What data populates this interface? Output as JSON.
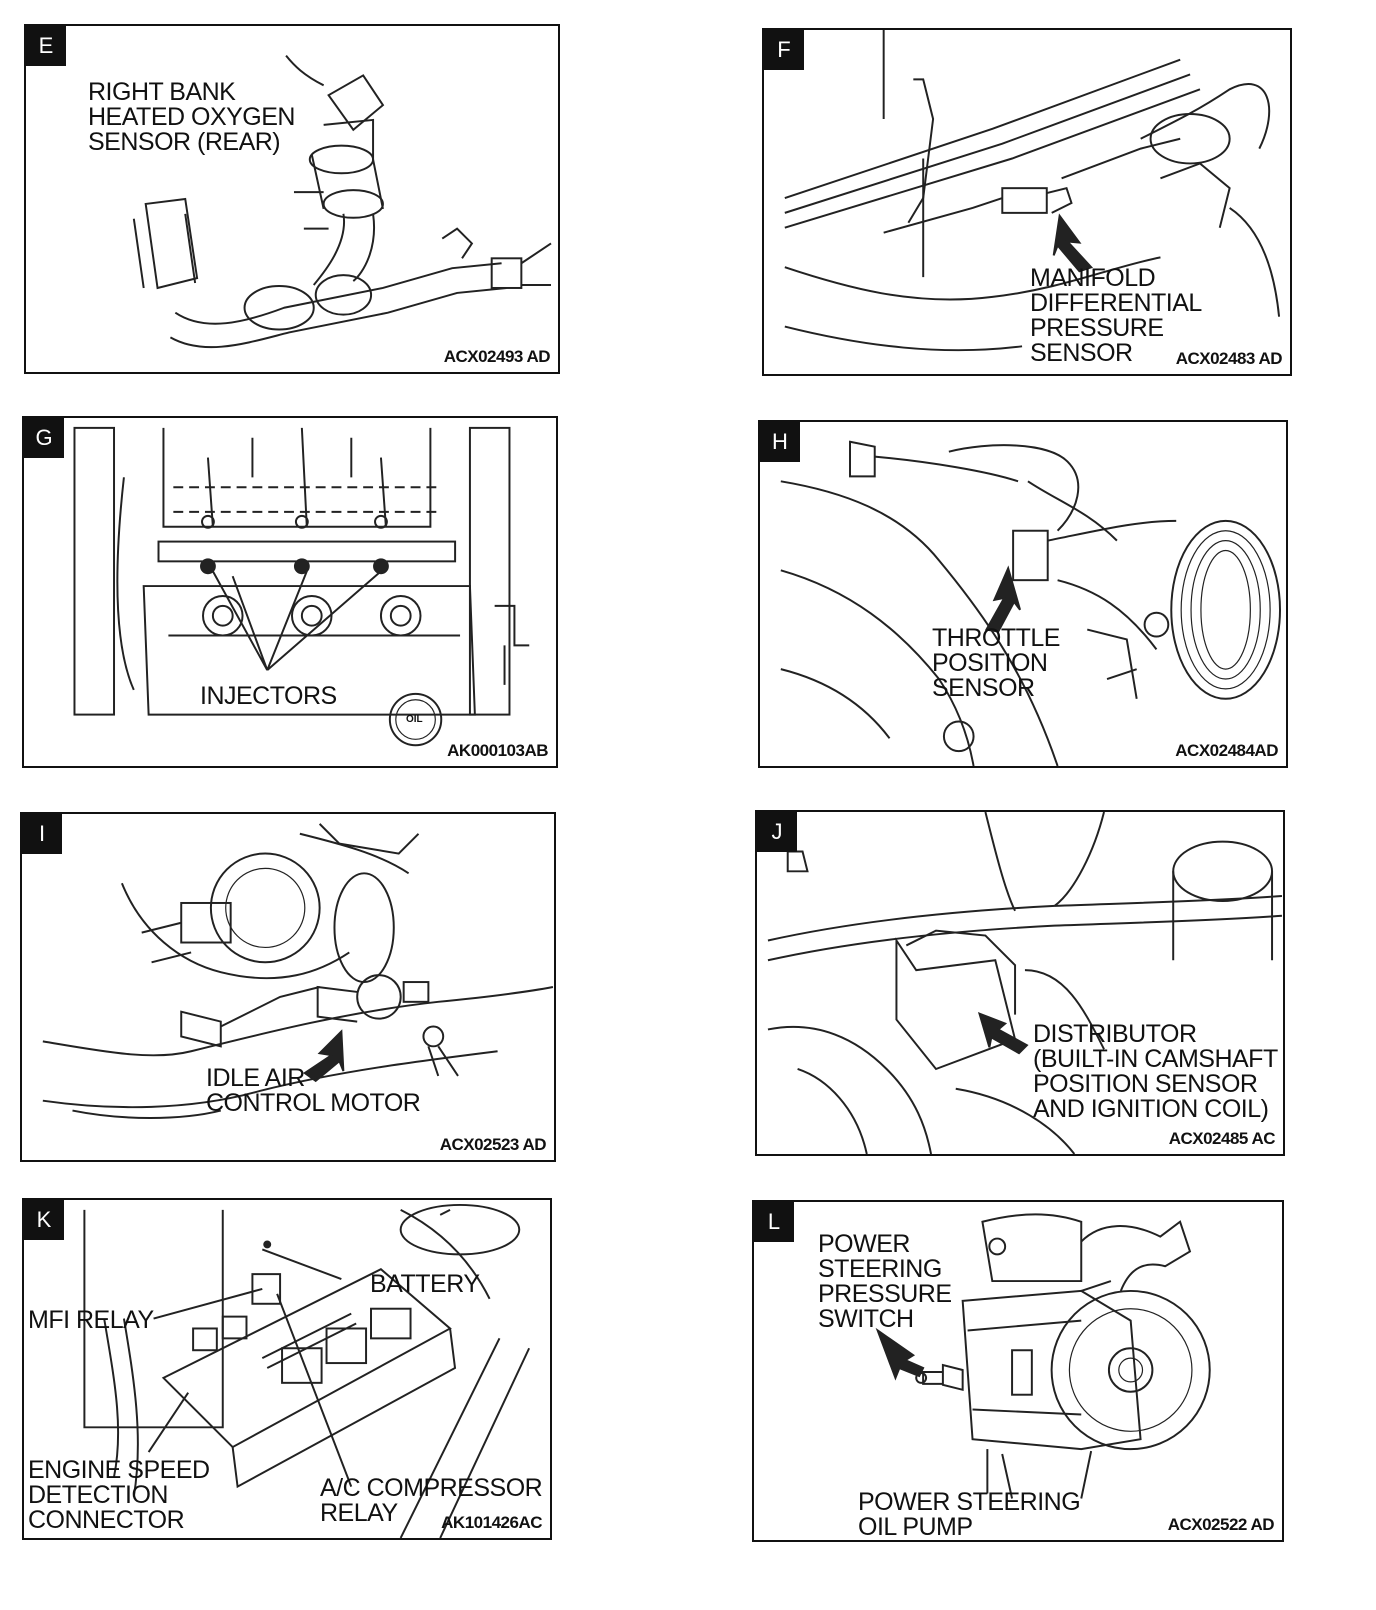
{
  "panels": [
    {
      "letter": "E",
      "lines": [
        "RIGHT BANK",
        "HEATED OXYGEN",
        "SENSOR (REAR)"
      ],
      "code": "ACX02493 AD"
    },
    {
      "letter": "F",
      "lines": [
        "MANIFOLD",
        "DIFFERENTIAL",
        "PRESSURE",
        "SENSOR"
      ],
      "code": "ACX02483 AD"
    },
    {
      "letter": "G",
      "lines": [
        "INJECTORS"
      ],
      "code": "AK000103AB"
    },
    {
      "letter": "H",
      "lines": [
        "THROTTLE",
        "POSITION",
        "SENSOR"
      ],
      "code": "ACX02484AD"
    },
    {
      "letter": "I",
      "lines": [
        "IDLE AIR",
        "CONTROL MOTOR"
      ],
      "code": "ACX02523 AD"
    },
    {
      "letter": "J",
      "lines": [
        "DISTRIBUTOR",
        "(BUILT-IN CAMSHAFT",
        "POSITION SENSOR",
        "AND IGNITION COIL)"
      ],
      "code": "ACX02485 AC"
    },
    {
      "letter": "K",
      "battery": "BATTERY",
      "mfi": "MFI RELAY",
      "engine_lines": [
        "ENGINE SPEED",
        "DETECTION",
        "CONNECTOR"
      ],
      "ac_lines": [
        "A/C COMPRESSOR",
        "RELAY"
      ],
      "code": "AK101426AC"
    },
    {
      "letter": "L",
      "switch_lines": [
        "POWER",
        "STEERING",
        "PRESSURE",
        "SWITCH"
      ],
      "pump_lines": [
        "POWER STEERING",
        "OIL PUMP"
      ],
      "code": "ACX02522 AD"
    }
  ],
  "oil_cap_text": "OIL"
}
